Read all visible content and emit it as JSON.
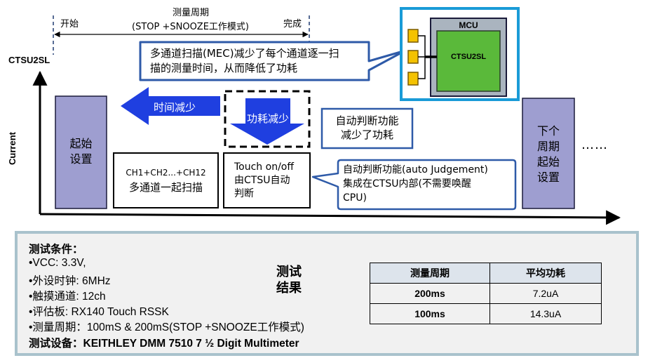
{
  "cycle": {
    "title_line1": "测量周期",
    "title_line2": "(STOP +SNOOZE工作模式)",
    "start": "开始",
    "end": "完成"
  },
  "axes": {
    "y_label": "Current",
    "ctsu_label": "CTSU2SL"
  },
  "blocks": {
    "initial_setup": [
      "起始",
      "设置"
    ],
    "next_cycle_setup": [
      "下个",
      "周期",
      "起始",
      "设置"
    ],
    "scan_channels": "CH1+CH2...+CH12",
    "scan_desc": "多通道一起扫描",
    "touch_onoff": [
      "Touch on/off",
      "由CTSU自动",
      "判断"
    ],
    "ellipsis": "……"
  },
  "arrows": {
    "time_reduce": "时间减少",
    "power_reduce": "功耗减少"
  },
  "callouts": {
    "mec": [
      "多通道扫描(MEC)减少了每个通道逐一扫",
      "描的测量时间，从而降低了功耗"
    ],
    "auto_judge": [
      "自动判断功能",
      "减少了功耗"
    ],
    "auto_judge_detail": [
      "自动判断功能(auto Judgement)",
      "集成在CTSU内部(不需要唤醒",
      "CPU)"
    ]
  },
  "mcu": {
    "label": "MCU",
    "core": "CTSU2SL"
  },
  "conditions": {
    "heading": "测试条件：",
    "lines": [
      "•VCC: 3.3V,",
      "•外设时钟: 6MHz",
      "•触摸通道: 12ch",
      "•评估板: RX140 Touch RSSK",
      "•测量周期：100mS & 200mS(STOP +SNOOZE工作模式)"
    ],
    "equipment": "测试设备：KEITHLEY DMM 7510 7 ½ Digit Multimeter"
  },
  "result_star": [
    "测试",
    "结果"
  ],
  "results_table": {
    "headers": [
      "测量周期",
      "平均功耗"
    ],
    "rows": [
      [
        "200ms",
        "7.2uA"
      ],
      [
        "100ms",
        "14.3uA"
      ]
    ]
  },
  "colors": {
    "block_purple": "#9e9ed0",
    "arrow_blue": "#1f3fe0",
    "callout_border": "#2e5aa8",
    "mcu_green": "#5ab93a",
    "mcu_frame": "#1a9bd7",
    "pin_yellow": "#f4c200",
    "star_yellow": "#f6c400",
    "panel_border": "#a9c2cc"
  }
}
